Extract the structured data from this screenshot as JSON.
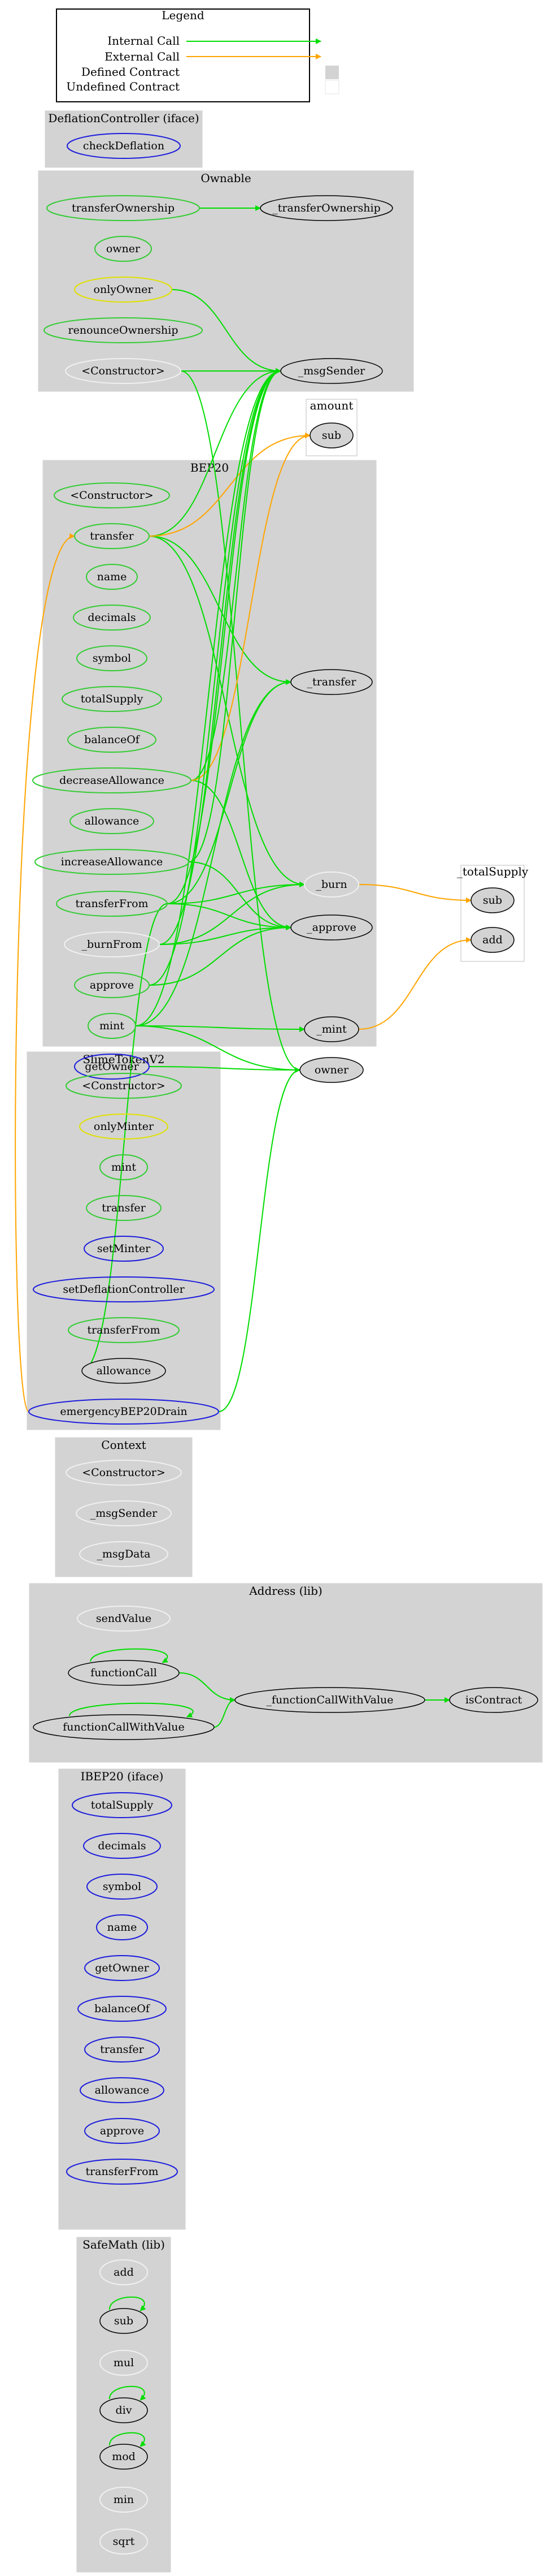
{
  "legend": {
    "title": "Legend",
    "items": [
      {
        "label": "Internal Call",
        "kind": "internal"
      },
      {
        "label": "External Call",
        "kind": "external"
      },
      {
        "label": "Defined Contract",
        "kind": "defined"
      },
      {
        "label": "Undefined Contract",
        "kind": "undefined"
      }
    ]
  },
  "colors": {
    "internal": "#00dd00",
    "external": "#ffa500",
    "cluster": "#d3d3d3",
    "public": "#1c1cdd",
    "internal_node": "#33cc33",
    "modifier": "#e0e000",
    "private": "#f0f0f0"
  },
  "clusters": [
    {
      "id": "deflation",
      "label": "DeflationController  (iface)"
    },
    {
      "id": "ownable",
      "label": "Ownable"
    },
    {
      "id": "amount",
      "label": "amount"
    },
    {
      "id": "bep20",
      "label": "BEP20"
    },
    {
      "id": "totalsupply",
      "label": "_totalSupply"
    },
    {
      "id": "slime",
      "label": "SlimeTokenV2"
    },
    {
      "id": "context",
      "label": "Context"
    },
    {
      "id": "address",
      "label": "Address  (lib)"
    },
    {
      "id": "ibep20",
      "label": "IBEP20  (iface)"
    },
    {
      "id": "safemath",
      "label": "SafeMath  (lib)"
    }
  ],
  "nodes": {
    "defl_check": {
      "label": "checkDeflation",
      "style": "public"
    },
    "own_transferOwnership": {
      "label": "transferOwnership",
      "style": "internal_node"
    },
    "own__transferOwnership": {
      "label": "_transferOwnership",
      "style": "defined"
    },
    "own_owner": {
      "label": "owner",
      "style": "internal_node"
    },
    "own_onlyOwner": {
      "label": "onlyOwner",
      "style": "modifier"
    },
    "own_renounce": {
      "label": "renounceOwnership",
      "style": "internal_node"
    },
    "own_ctor": {
      "label": "<Constructor>",
      "style": "private"
    },
    "own__msgSender": {
      "label": "_msgSender",
      "style": "defined"
    },
    "amt_sub": {
      "label": "sub",
      "style": "defined"
    },
    "bep_ctor": {
      "label": "<Constructor>",
      "style": "internal_node"
    },
    "bep_transfer": {
      "label": "transfer",
      "style": "internal_node"
    },
    "bep_name": {
      "label": "name",
      "style": "internal_node"
    },
    "bep_decimals": {
      "label": "decimals",
      "style": "internal_node"
    },
    "bep_symbol": {
      "label": "symbol",
      "style": "internal_node"
    },
    "bep_totalSupply": {
      "label": "totalSupply",
      "style": "internal_node"
    },
    "bep_balanceOf": {
      "label": "balanceOf",
      "style": "internal_node"
    },
    "bep_decreaseAllowance": {
      "label": "decreaseAllowance",
      "style": "internal_node"
    },
    "bep_allowance": {
      "label": "allowance",
      "style": "internal_node"
    },
    "bep_increaseAllowance": {
      "label": "increaseAllowance",
      "style": "internal_node"
    },
    "bep_transferFrom": {
      "label": "transferFrom",
      "style": "internal_node"
    },
    "bep__burnFrom": {
      "label": "_burnFrom",
      "style": "private"
    },
    "bep_approve": {
      "label": "approve",
      "style": "internal_node"
    },
    "bep_mint": {
      "label": "mint",
      "style": "internal_node"
    },
    "bep_getOwner": {
      "label": "getOwner",
      "style": "public"
    },
    "bep__transfer": {
      "label": "_transfer",
      "style": "defined"
    },
    "bep__burn": {
      "label": "_burn",
      "style": "private"
    },
    "bep__approve": {
      "label": "_approve",
      "style": "defined"
    },
    "bep__mint": {
      "label": "_mint",
      "style": "defined"
    },
    "bep_owner": {
      "label": "owner",
      "style": "defined"
    },
    "ts_sub": {
      "label": "sub",
      "style": "defined"
    },
    "ts_add": {
      "label": "add",
      "style": "defined"
    },
    "sl_ctor": {
      "label": "<Constructor>",
      "style": "internal_node"
    },
    "sl_onlyMinter": {
      "label": "onlyMinter",
      "style": "modifier"
    },
    "sl_mint": {
      "label": "mint",
      "style": "internal_node"
    },
    "sl_transfer": {
      "label": "transfer",
      "style": "internal_node"
    },
    "sl_setMinter": {
      "label": "setMinter",
      "style": "public"
    },
    "sl_setDefl": {
      "label": "setDeflationController",
      "style": "public"
    },
    "sl_transferFrom": {
      "label": "transferFrom",
      "style": "internal_node"
    },
    "sl_allowance": {
      "label": "allowance",
      "style": "defined"
    },
    "sl_emergency": {
      "label": "emergencyBEP20Drain",
      "style": "public"
    },
    "ctx_ctor": {
      "label": "<Constructor>",
      "style": "private"
    },
    "ctx_msgSender": {
      "label": "_msgSender",
      "style": "private"
    },
    "ctx_msgData": {
      "label": "_msgData",
      "style": "private"
    },
    "addr_sendValue": {
      "label": "sendValue",
      "style": "private"
    },
    "addr_functionCall": {
      "label": "functionCall",
      "style": "defined"
    },
    "addr_fcwv": {
      "label": "functionCallWithValue",
      "style": "defined"
    },
    "addr__fcwv": {
      "label": "_functionCallWithValue",
      "style": "defined"
    },
    "addr_isContract": {
      "label": "isContract",
      "style": "defined"
    },
    "ib_totalSupply": {
      "label": "totalSupply",
      "style": "public"
    },
    "ib_decimals": {
      "label": "decimals",
      "style": "public"
    },
    "ib_symbol": {
      "label": "symbol",
      "style": "public"
    },
    "ib_name": {
      "label": "name",
      "style": "public"
    },
    "ib_getOwner": {
      "label": "getOwner",
      "style": "public"
    },
    "ib_balanceOf": {
      "label": "balanceOf",
      "style": "public"
    },
    "ib_transfer": {
      "label": "transfer",
      "style": "public"
    },
    "ib_allowance": {
      "label": "allowance",
      "style": "public"
    },
    "ib_approve": {
      "label": "approve",
      "style": "public"
    },
    "ib_transferFrom": {
      "label": "transferFrom",
      "style": "public"
    },
    "sm_add": {
      "label": "add",
      "style": "private"
    },
    "sm_sub": {
      "label": "sub",
      "style": "defined"
    },
    "sm_mul": {
      "label": "mul",
      "style": "private"
    },
    "sm_div": {
      "label": "div",
      "style": "defined"
    },
    "sm_mod": {
      "label": "mod",
      "style": "defined"
    },
    "sm_min": {
      "label": "min",
      "style": "private"
    },
    "sm_sqrt": {
      "label": "sqrt",
      "style": "private"
    }
  },
  "edges": [
    {
      "from": "own_transferOwnership",
      "to": "own__transferOwnership",
      "kind": "internal"
    },
    {
      "from": "own_onlyOwner",
      "to": "own__msgSender",
      "kind": "internal"
    },
    {
      "from": "own_ctor",
      "to": "own__msgSender",
      "kind": "internal"
    },
    {
      "from": "own_ctor",
      "to": "bep_owner",
      "kind": "internal"
    },
    {
      "from": "bep_transfer",
      "to": "own__msgSender",
      "kind": "internal"
    },
    {
      "from": "bep_transfer",
      "to": "bep__transfer",
      "kind": "internal"
    },
    {
      "from": "bep_transfer",
      "to": "bep__burn",
      "kind": "internal"
    },
    {
      "from": "bep_transfer",
      "to": "amt_sub",
      "kind": "external"
    },
    {
      "from": "bep_decreaseAllowance",
      "to": "own__msgSender",
      "kind": "internal"
    },
    {
      "from": "bep_decreaseAllowance",
      "to": "bep__approve",
      "kind": "internal"
    },
    {
      "from": "bep_decreaseAllowance",
      "to": "amt_sub",
      "kind": "external"
    },
    {
      "from": "bep_increaseAllowance",
      "to": "own__msgSender",
      "kind": "internal"
    },
    {
      "from": "bep_increaseAllowance",
      "to": "bep__approve",
      "kind": "internal"
    },
    {
      "from": "bep_transferFrom",
      "to": "own__msgSender",
      "kind": "internal"
    },
    {
      "from": "bep_transferFrom",
      "to": "bep__transfer",
      "kind": "internal"
    },
    {
      "from": "bep_transferFrom",
      "to": "bep__approve",
      "kind": "internal"
    },
    {
      "from": "bep_transferFrom",
      "to": "bep__burn",
      "kind": "internal"
    },
    {
      "from": "bep_transferFrom",
      "to": "sl_allowance",
      "kind": "internal"
    },
    {
      "from": "bep__burnFrom",
      "to": "own__msgSender",
      "kind": "internal"
    },
    {
      "from": "bep__burnFrom",
      "to": "bep__burn",
      "kind": "internal"
    },
    {
      "from": "bep__burnFrom",
      "to": "bep__approve",
      "kind": "internal"
    },
    {
      "from": "bep_approve",
      "to": "own__msgSender",
      "kind": "internal"
    },
    {
      "from": "bep_approve",
      "to": "bep__approve",
      "kind": "internal"
    },
    {
      "from": "bep_mint",
      "to": "own__msgSender",
      "kind": "internal"
    },
    {
      "from": "bep_mint",
      "to": "bep__mint",
      "kind": "internal"
    },
    {
      "from": "bep_mint",
      "to": "bep__transfer",
      "kind": "internal"
    },
    {
      "from": "bep_mint",
      "to": "bep_owner",
      "kind": "internal"
    },
    {
      "from": "bep_getOwner",
      "to": "bep_owner",
      "kind": "internal"
    },
    {
      "from": "bep__burn",
      "to": "ts_sub",
      "kind": "external"
    },
    {
      "from": "bep__mint",
      "to": "ts_add",
      "kind": "external"
    },
    {
      "from": "sl_emergency",
      "to": "bep_owner",
      "kind": "internal"
    },
    {
      "from": "sl_emergency",
      "to": "bep_transfer",
      "kind": "external"
    },
    {
      "from": "addr_functionCall",
      "to": "addr_functionCall",
      "kind": "internal"
    },
    {
      "from": "addr_functionCall",
      "to": "addr__fcwv",
      "kind": "internal"
    },
    {
      "from": "addr_fcwv",
      "to": "addr_fcwv",
      "kind": "internal"
    },
    {
      "from": "addr_fcwv",
      "to": "addr__fcwv",
      "kind": "internal"
    },
    {
      "from": "addr__fcwv",
      "to": "addr_isContract",
      "kind": "internal"
    },
    {
      "from": "sm_sub",
      "to": "sm_sub",
      "kind": "internal"
    },
    {
      "from": "sm_div",
      "to": "sm_div",
      "kind": "internal"
    },
    {
      "from": "sm_mod",
      "to": "sm_mod",
      "kind": "internal"
    }
  ]
}
